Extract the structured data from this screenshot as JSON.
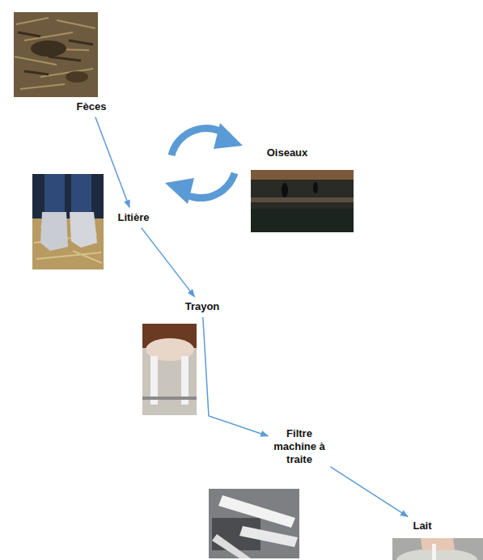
{
  "diagram": {
    "nodes": [
      {
        "text": [
          "Fèces"
        ]
      },
      {
        "text": [
          "Oiseaux"
        ]
      },
      {
        "text": [
          "Litière"
        ]
      },
      {
        "text": [
          "Trayon"
        ]
      },
      {
        "text": [
          "Filtre machine à traite"
        ]
      },
      {
        "text": [
          "Lait"
        ]
      }
    ],
    "edges": [
      {
        "from": 0,
        "to": 2,
        "arrow": "to"
      },
      {
        "from": 2,
        "to": 3,
        "arrow": "to"
      },
      {
        "from": 3,
        "to": 4,
        "arrow": "to"
      },
      {
        "from": 4,
        "to": 5,
        "arrow": "to"
      }
    ]
  }
}
